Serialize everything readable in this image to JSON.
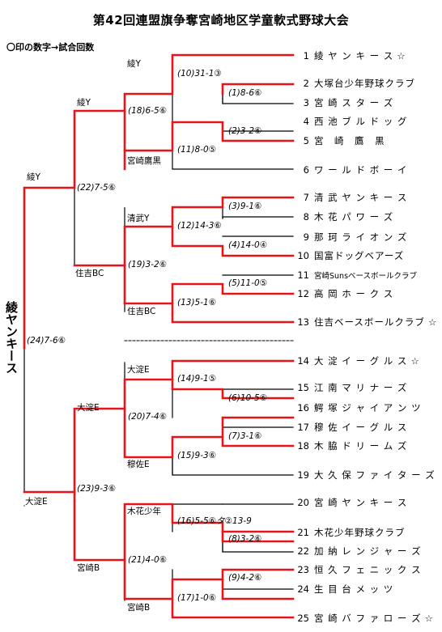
{
  "title": "第42回連盟旗争奪宮崎地区学童軟式野球大会",
  "legend": "〇印の数字→試合回数",
  "champion": "綾ヤンキース",
  "teams": [
    {
      "no": "1",
      "name": "綾 ヤ ン キ ー ス",
      "star": "☆"
    },
    {
      "no": "2",
      "name": "大塚台少年野球クラブ",
      "star": ""
    },
    {
      "no": "3",
      "name": "宮 崎 ス タ ー ズ",
      "star": ""
    },
    {
      "no": "4",
      "name": "西 池 ブ ル ド ッ グ",
      "star": ""
    },
    {
      "no": "5",
      "name": "宮　崎　鷹　黒",
      "star": ""
    },
    {
      "no": "6",
      "name": "ワ ー ル ド ボ ー イ",
      "star": ""
    },
    {
      "no": "7",
      "name": "清 武 ヤ ン キ ー ス",
      "star": ""
    },
    {
      "no": "8",
      "name": "木 花 パ ワ ー ズ",
      "star": ""
    },
    {
      "no": "9",
      "name": "那 珂 ラ イ オ ン ズ",
      "star": ""
    },
    {
      "no": "10",
      "name": "国富ドッグベアーズ",
      "star": ""
    },
    {
      "no": "11",
      "name": "宮崎Sunsベースボールクラブ",
      "star": ""
    },
    {
      "no": "12",
      "name": "高 岡 ホ ー ク ス",
      "star": ""
    },
    {
      "no": "13",
      "name": "住吉ベースボールクラブ",
      "star": "☆"
    },
    {
      "no": "14",
      "name": "大 淀 イ ー グ ル ス",
      "star": "☆"
    },
    {
      "no": "15",
      "name": "江 南 マ リ ナ ー ズ",
      "star": ""
    },
    {
      "no": "16",
      "name": "鰐 塚 ジ ャ イ ア ン ツ",
      "star": ""
    },
    {
      "no": "17",
      "name": "穆 佐 イ ー グ ル ス",
      "star": ""
    },
    {
      "no": "18",
      "name": "木 脇 ド リ ー ム ズ",
      "star": ""
    },
    {
      "no": "19",
      "name": "大 久 保 フ ァ イ タ ー ズ",
      "star": ""
    },
    {
      "no": "20",
      "name": "宮 崎 ヤ ン キ ー ス",
      "star": ""
    },
    {
      "no": "21",
      "name": "木花少年野球クラブ",
      "star": ""
    },
    {
      "no": "22",
      "name": "加 納 レ ン ジ ャ ー ズ",
      "star": ""
    },
    {
      "no": "23",
      "name": "恒 久 フ ェ ニ ッ ク ス",
      "star": ""
    },
    {
      "no": "24",
      "name": "生 目 台 メ ッ ツ",
      "star": ""
    },
    {
      "no": "25",
      "name": "宮 崎 バ フ ァ ロ ー ズ",
      "star": "☆"
    }
  ],
  "winners": {
    "r1a": "綾Y",
    "r1b": "宮崎鷹黒",
    "r1c": "清武Y",
    "r1d": "住吉BC",
    "r1e": "大淀E",
    "r1f": "穆佐E",
    "r1g": "木花少年",
    "r1h": "宮崎B",
    "r2a": "綾Y",
    "r2b": "住吉BC",
    "r2c": "大淀E",
    "r2d": "宮崎B",
    "r3a": "綾Y",
    "r3b": "大淀E"
  },
  "scores": {
    "g1": "(1)8-6⑥",
    "g2": "(2)3-2⑥",
    "g3": "(3)9-1⑥",
    "g4": "(4)14-0④",
    "g5": "(5)11-0⑤",
    "g6": "(6)10-5⑥",
    "g7": "(7)3-1⑥",
    "g8": "(8)3-2⑥",
    "g9": "(9)4-2⑥",
    "g10": "(10)31-1③",
    "g11": "(11)8-0⑤",
    "g12": "(12)14-3⑥",
    "g13": "(13)5-1⑥",
    "g14": "(14)9-1⑤",
    "g15": "(15)9-3⑥",
    "g16": "(16)5-5⑥タ②13-9",
    "g17": "(17)1-0⑥",
    "g18": "(18)6-5⑥",
    "g19": "(19)3-2⑥",
    "g20": "(20)7-4⑥",
    "g21": "(21)4-0⑥",
    "g22": "(22)7-5⑥",
    "g23": "(23)9-3⑥",
    "g24": "(24)7-6⑥"
  },
  "colors": {
    "win": "#e8141a",
    "line": "#000000"
  }
}
